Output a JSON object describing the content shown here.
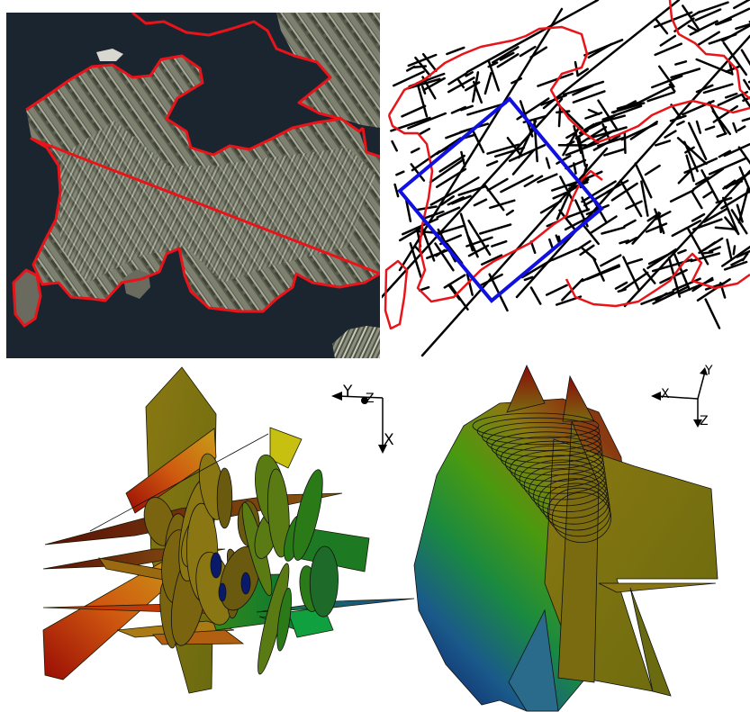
{
  "figure": {
    "panels": [
      {
        "id": "aerial-photo"
      },
      {
        "id": "fracture-trace-map"
      },
      {
        "id": "fracture-model-3d-top"
      },
      {
        "id": "fracture-model-3d-oblique"
      }
    ]
  },
  "triad_left": {
    "axis_1": "Y",
    "axis_2": "Z",
    "axis_3": "X"
  },
  "triad_right": {
    "axis_1": "X",
    "axis_2": "Y",
    "axis_3": "Z"
  },
  "colors": {
    "coastline": "#e8141a",
    "trace_lines": "#000000",
    "selection_box": "#1010e0",
    "sea": "#1a2530",
    "fracture_low": "#0a1a6a",
    "fracture_mid": "#2a8a20",
    "fracture_high": "#a01010",
    "fracture_neutral": "#7a6a10"
  },
  "icons": {
    "selection_box": "square-outline-icon",
    "triad": "xyz-axes-icon"
  }
}
